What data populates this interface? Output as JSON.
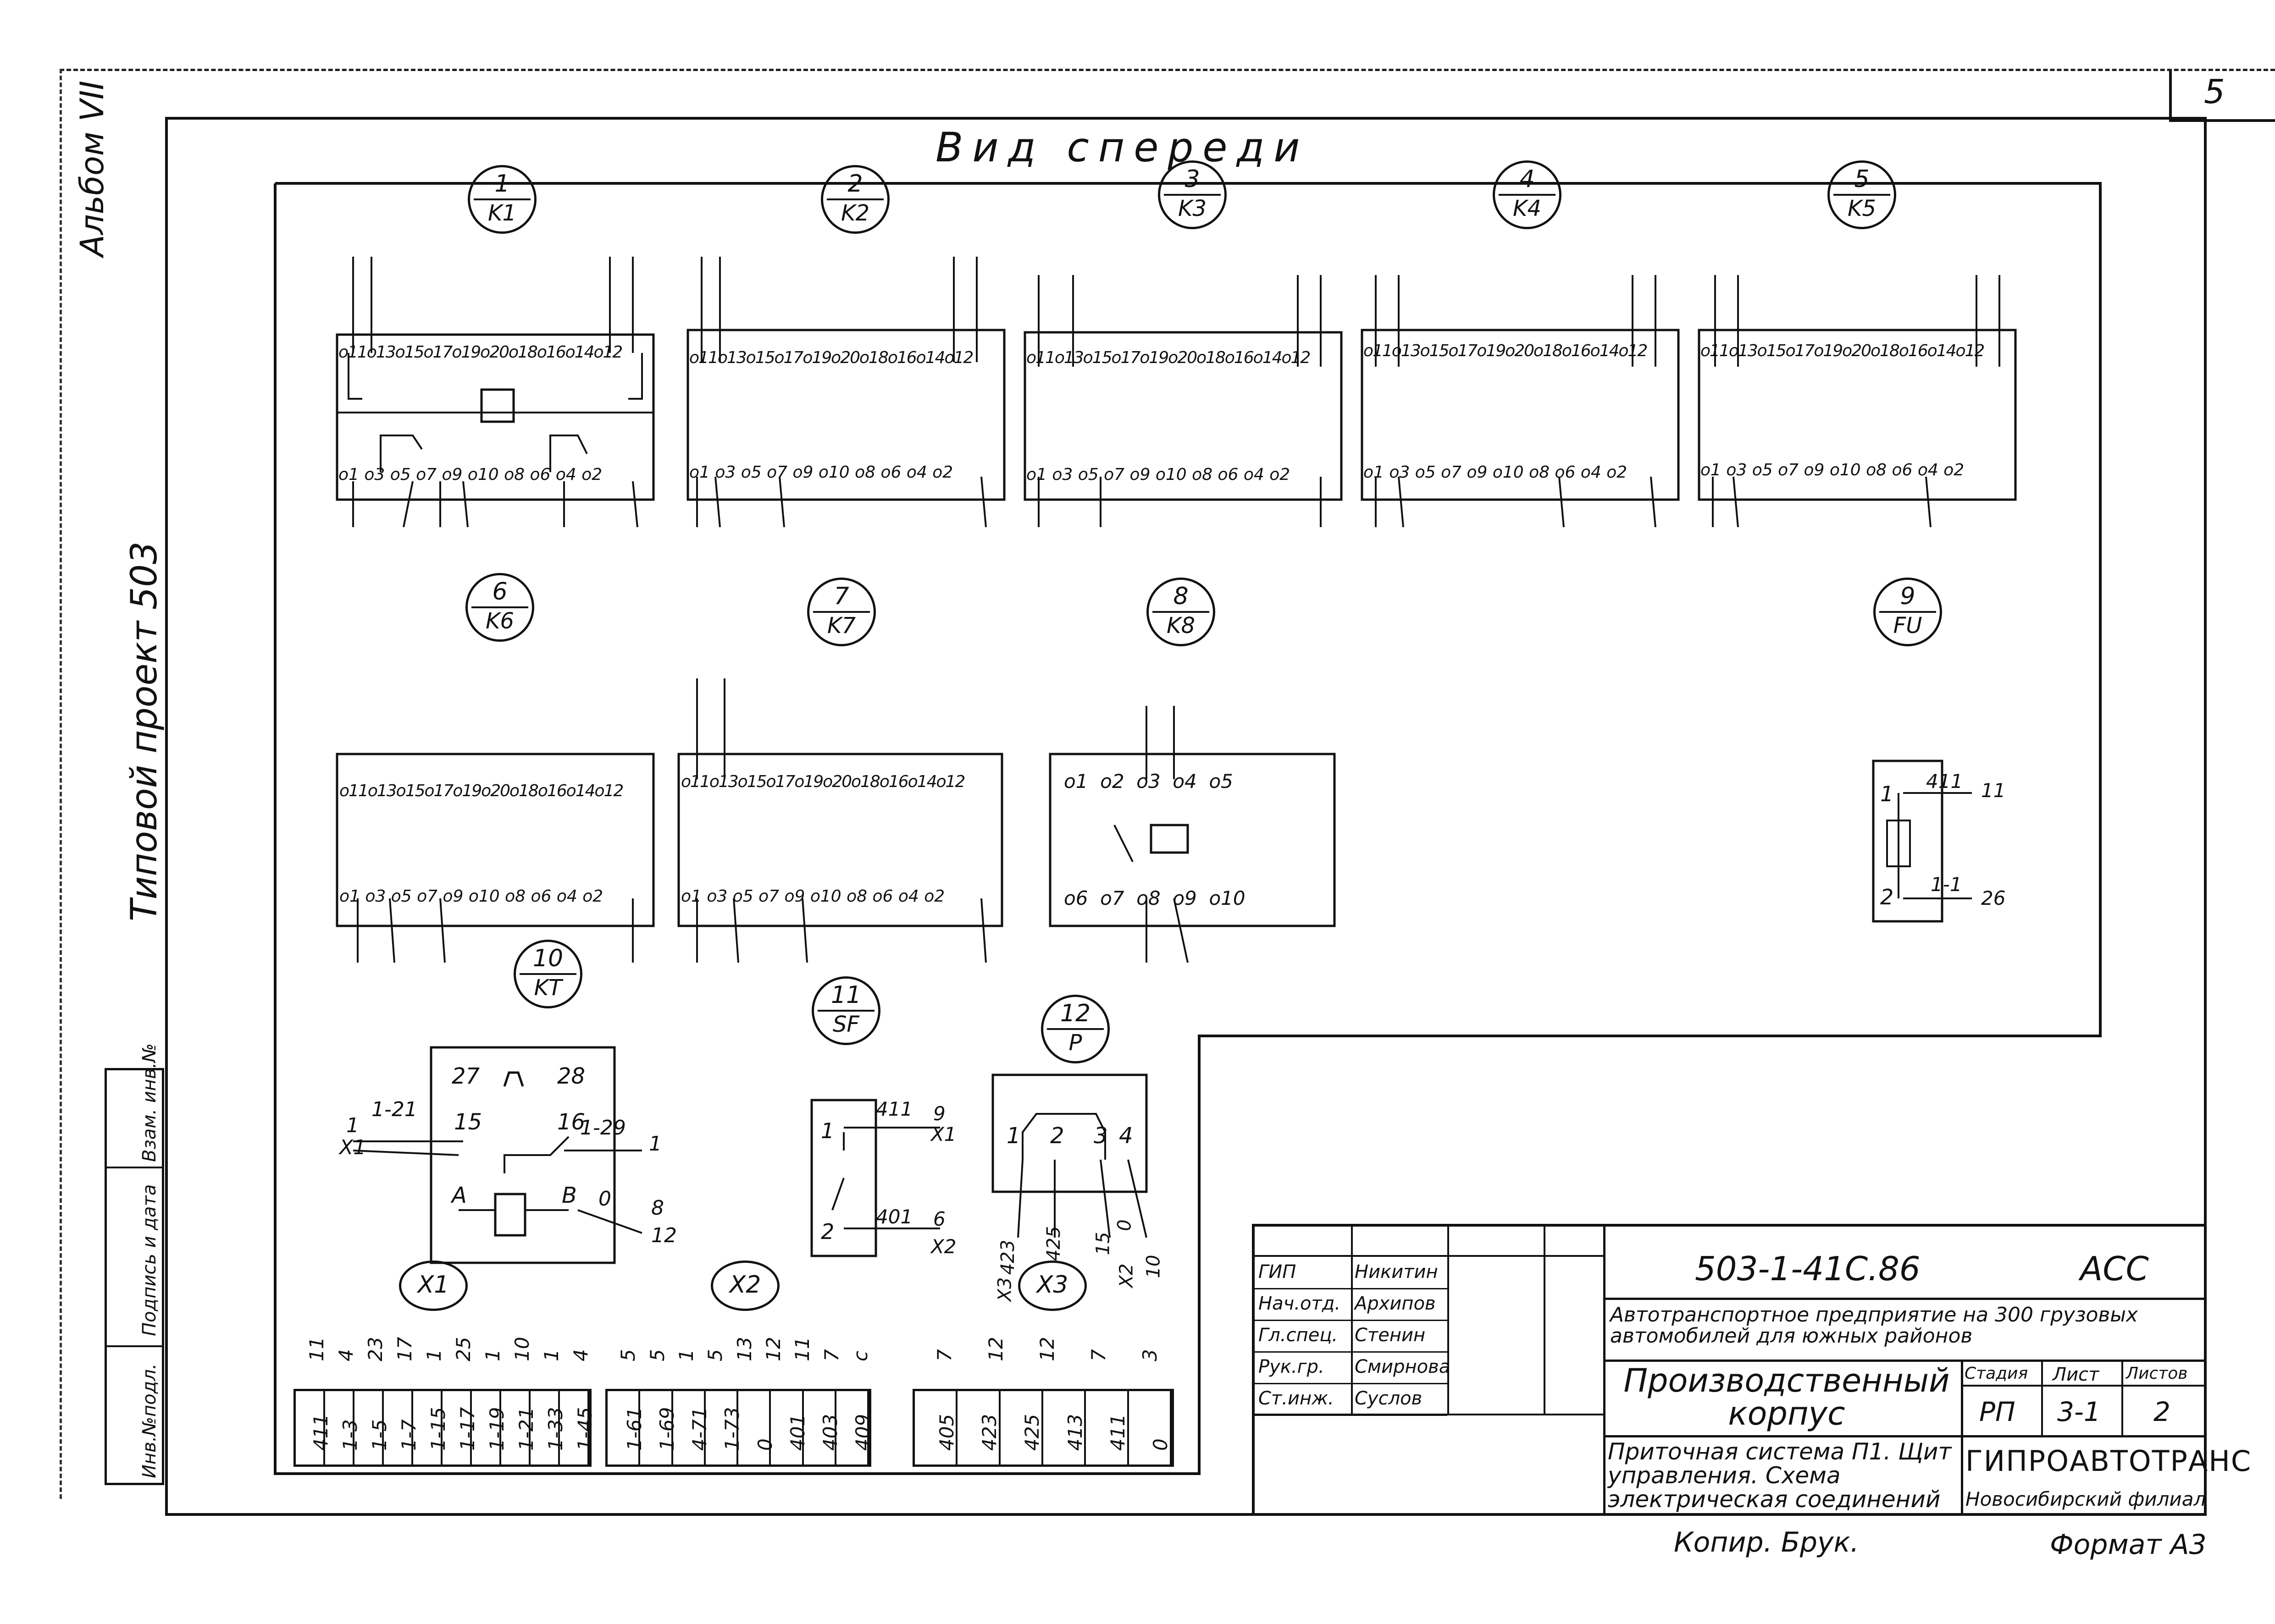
{
  "sheet": {
    "number": "5",
    "header": "Вид спереди",
    "left_margin": [
      "Альбом VII",
      "Типовой проект 503"
    ],
    "margin_stamp": [
      "Инв.№подл.",
      "Подпись и дата",
      "Взам. инв.№"
    ],
    "copied": "Копир. Брук.",
    "format": "Формат А3"
  },
  "devices": [
    {
      "id": "k1",
      "num": "1",
      "code": "K1"
    },
    {
      "id": "k2",
      "num": "2",
      "code": "K2"
    },
    {
      "id": "k3",
      "num": "3",
      "code": "K3"
    },
    {
      "id": "k4",
      "num": "4",
      "code": "K4"
    },
    {
      "id": "k5",
      "num": "5",
      "code": "K5"
    },
    {
      "id": "k6",
      "num": "6",
      "code": "K6"
    },
    {
      "id": "k7",
      "num": "7",
      "code": "K7"
    },
    {
      "id": "k8",
      "num": "8",
      "code": "K8"
    },
    {
      "id": "fu",
      "num": "9",
      "code": "FU"
    },
    {
      "id": "kt",
      "num": "10",
      "code": "KT"
    },
    {
      "id": "sf",
      "num": "11",
      "code": "SF"
    },
    {
      "id": "p",
      "num": "12",
      "code": "P"
    },
    {
      "id": "x1",
      "num": "",
      "code": "X1"
    },
    {
      "id": "x2",
      "num": "",
      "code": "X2"
    },
    {
      "id": "x3",
      "num": "",
      "code": "X3"
    }
  ],
  "relay_pins": {
    "top": "o11o13o15o17o19o20o18o16o14o12",
    "bottom": "o1 o3 o5 o7 o9 o10 o8 o6 o4 o2"
  },
  "k8_pins": {
    "top": "o1  o2  o3  o4  o5",
    "bottom": "o6  o7  o8  o9  o10"
  },
  "kt_labels": {
    "t27": "27",
    "t28": "28",
    "t15": "15",
    "t16": "16",
    "ta": "A",
    "tb": "B",
    "w121": "1-21",
    "w129": "1-29",
    "n1": "1",
    "x1": "X1",
    "n1r": "1",
    "n0": "0",
    "n8": "8",
    "n12": "12"
  },
  "sf_labels": {
    "p1": "1",
    "p2": "2",
    "w411": "411",
    "w401": "401",
    "n9": "9",
    "x1": "X1",
    "n6": "6",
    "x2": "X2"
  },
  "p_labels": {
    "p1": "1",
    "p2": "2",
    "p3": "3",
    "p4": "4",
    "w423": "423",
    "w425": "425",
    "x3": "X3",
    "n15": "15",
    "x2": "X2",
    "n10": "10",
    "n0": "0"
  },
  "fu_labels": {
    "p1": "1",
    "p2": "2",
    "w411": "411",
    "n11": "11",
    "w11": "1-1",
    "n26": "26"
  },
  "terminals": {
    "x1": [
      "411",
      "1-3",
      "1-5",
      "1-7",
      "1-15",
      "1-17",
      "1-19",
      "1-21",
      "1-33",
      "1-45"
    ],
    "x1_top": [
      "11",
      "4",
      "23",
      "17",
      "1",
      "25",
      "1",
      "10",
      "1",
      "4"
    ],
    "x2": [
      "1-61",
      "1-69",
      "4-71",
      "1-73",
      "0",
      "401",
      "403",
      "409"
    ],
    "x2_top": [
      "5",
      "5",
      "1",
      "5",
      "13",
      "12",
      "11",
      "7",
      "c"
    ],
    "x3": [
      "405",
      "423",
      "425",
      "413",
      "411",
      "0"
    ],
    "x3_top": [
      "7",
      "12",
      "12",
      "7",
      "3"
    ]
  },
  "title_block": {
    "doc_code": "503-1-41С.86",
    "mark": "АСС",
    "roles": [
      {
        "role": "ГИП",
        "name": "Никитин"
      },
      {
        "role": "Нач.отд.",
        "name": "Архипов"
      },
      {
        "role": "Гл.спец.",
        "name": "Стенин"
      },
      {
        "role": "Рук.гр.",
        "name": "Смирнова"
      },
      {
        "role": "Ст.инж.",
        "name": "Суслов"
      }
    ],
    "project": "Автотранспортное предприятие на 300 грузовых автомобилей для южных районов",
    "object": "Производственный корпус",
    "stage_h": "Стадия",
    "sheet_h": "Лист",
    "sheets_h": "Листов",
    "stage": "РП",
    "sheet_no": "3-1",
    "sheets": "2",
    "drawing_title": "Приточная система П1. Щит управления. Схема электрическая соединений",
    "org": "ГИПРОАВТОТРАНС",
    "branch": "Новосибирский филиал"
  }
}
